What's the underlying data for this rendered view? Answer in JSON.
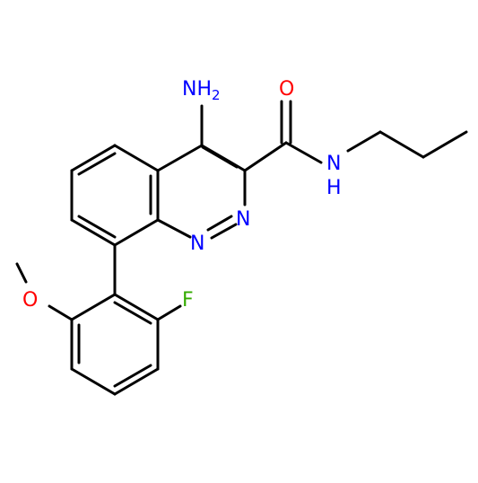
{
  "molecule": {
    "atom_labels": {
      "amine": {
        "main": "NH",
        "sub": "2"
      },
      "carbonyl_oxygen": "O",
      "amide_nitrogen": {
        "main": "N",
        "sub": "H"
      },
      "ring_nitrogen_1": "N",
      "ring_nitrogen_2": "N",
      "fluorine": "F",
      "methoxy_oxygen": "O"
    },
    "colors": {
      "bond": "#000000",
      "nitrogen": "#0000FF",
      "oxygen": "#FF0000",
      "fluorine": "#33AA00",
      "carbon": "#000000"
    }
  }
}
